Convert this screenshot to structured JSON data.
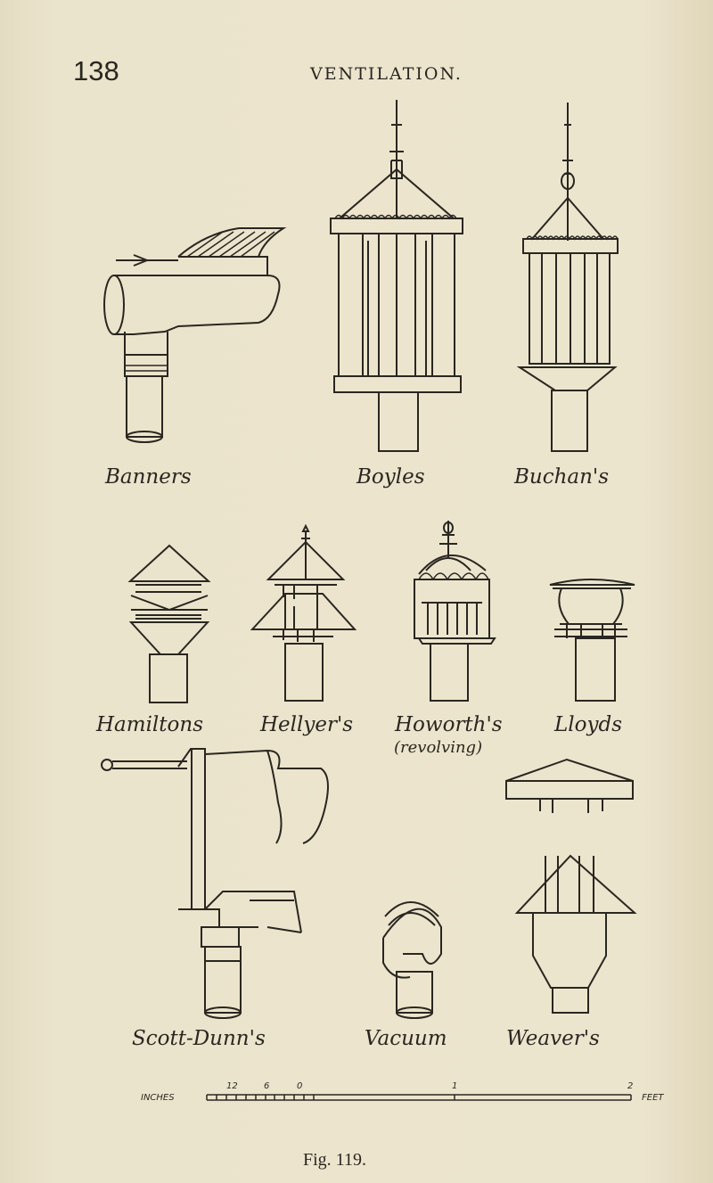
{
  "header": {
    "page_number": "138",
    "running_head": "VENTILATION."
  },
  "labels": {
    "banners": "Banners",
    "boyles": "Boyles",
    "buchans": "Buchan's",
    "hamiltons": "Hamiltons",
    "hellyers": "Hellyer's",
    "howorths": "Howorth's",
    "howorths_note": "(revolving)",
    "lloyds": "Lloyds",
    "scott_dunns": "Scott-Dunn's",
    "vacuum": "Vacuum",
    "weavers": "Weaver's"
  },
  "scale": {
    "left_unit": "INCHES",
    "ticks": [
      "12",
      "6",
      "0",
      "1",
      "2"
    ],
    "right_unit": "FEET"
  },
  "caption": "Fig. 119."
}
